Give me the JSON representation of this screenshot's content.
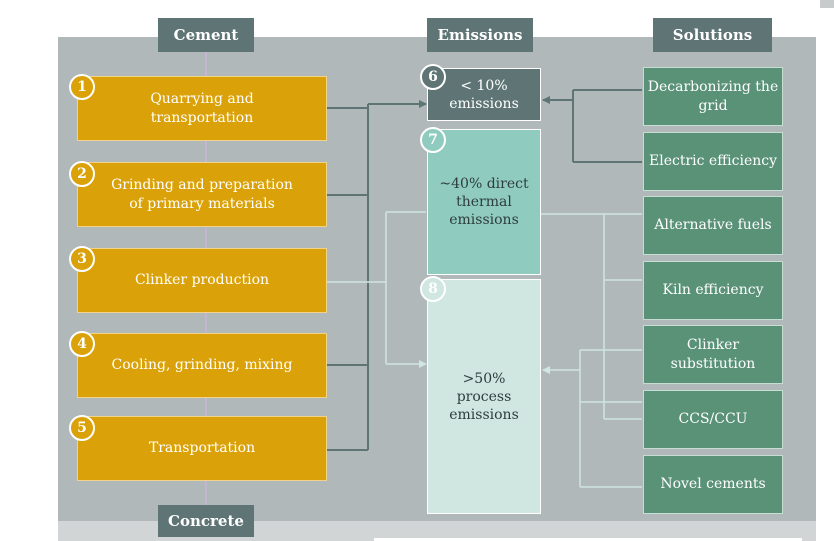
{
  "headers": {
    "cement": "Cement",
    "emissions": "Emissions",
    "solutions": "Solutions",
    "concrete": "Concrete"
  },
  "steps": [
    {
      "number": "1",
      "label": "Quarrying and transportation"
    },
    {
      "number": "2",
      "label": "Grinding and preparation of primary materials"
    },
    {
      "number": "3",
      "label": "Clinker production"
    },
    {
      "number": "4",
      "label": "Cooling, grinding, mixing"
    },
    {
      "number": "5",
      "label": "Transportation"
    }
  ],
  "emissions": [
    {
      "number": "6",
      "label": "< 10% emissions"
    },
    {
      "number": "7",
      "label": "~40% direct thermal emissions"
    },
    {
      "number": "8",
      "label": ">50% process emissions"
    }
  ],
  "solutions": [
    {
      "label": "Decarbonizing the grid"
    },
    {
      "label": "Electric efficiency"
    },
    {
      "label": "Alternative fuels"
    },
    {
      "label": "Kiln efficiency"
    },
    {
      "label": "Clinker substitution"
    },
    {
      "label": "CCS/CCU"
    },
    {
      "label": "Novel cements"
    }
  ],
  "colors": {
    "panel": "#b1b8b9",
    "header": "#5e7475",
    "step": "#daa208",
    "emission_low": "#5e7475",
    "emission_thermal": "#8fcbbf",
    "emission_process": "#cfe6e1",
    "solution": "#5a9278",
    "connector_dark": "#5e7475",
    "connector_light": "#cfe6e1",
    "spine": "#c9b6dc"
  }
}
